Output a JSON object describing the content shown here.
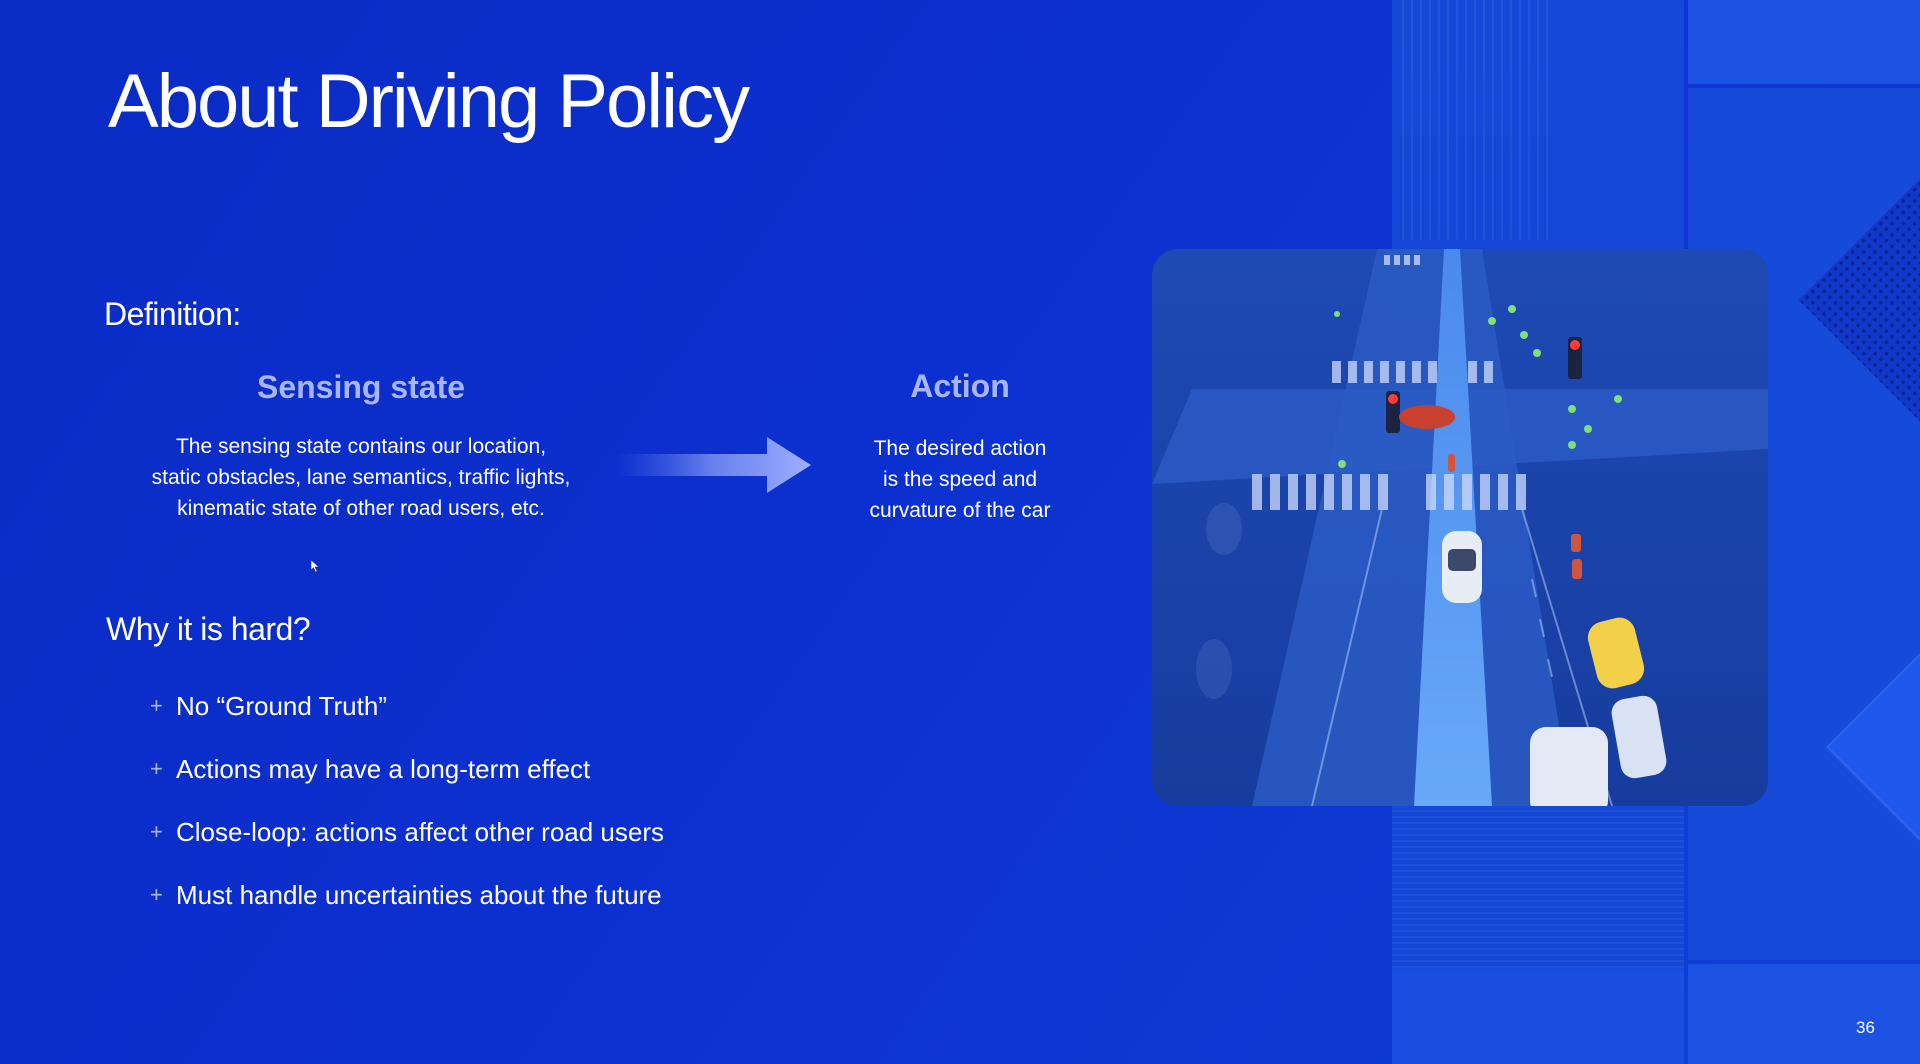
{
  "slide": {
    "title": "About Driving Policy",
    "definition_label": "Definition:",
    "sensing_state": {
      "title": "Sensing state",
      "lines": [
        "The sensing state contains our location,",
        "static obstacles, lane semantics, traffic lights,",
        "kinematic state of other road users, etc."
      ]
    },
    "action": {
      "title": "Action",
      "lines": [
        "The desired action",
        "is the speed and",
        "curvature of the car"
      ]
    },
    "why_hard_label": "Why it is hard?",
    "bullets": [
      "No “Ground Truth”",
      "Actions may have a long-term effect",
      "Close-loop: actions affect other road users",
      "Must handle uncertainties about the future"
    ],
    "bullet_marker": "+",
    "page_number": "36"
  },
  "colors": {
    "background": "#0c30cf",
    "accent_text": "#a9b6ff",
    "text": "#ffffff"
  },
  "icons": {
    "arrow": "right-arrow-icon",
    "cursor": "mouse-cursor-icon"
  }
}
